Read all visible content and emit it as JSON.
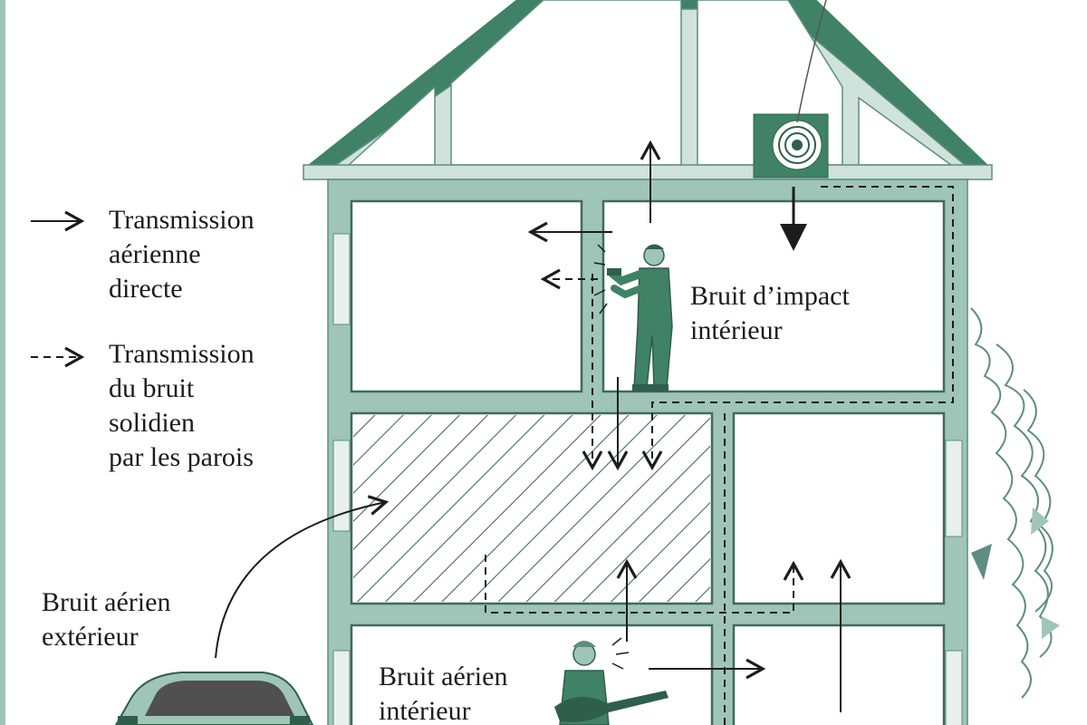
{
  "legend": {
    "direct": {
      "line1": "Transmission",
      "line2": "aérienne",
      "line3": "directe"
    },
    "solid": {
      "line1": "Transmission",
      "line2": "du bruit",
      "line3": "solidien",
      "line4": "par les parois"
    }
  },
  "labels": {
    "impact": {
      "line1": "Bruit d’impact",
      "line2": "intérieur"
    },
    "exterior": {
      "line1": "Bruit aérien",
      "line2": "extérieur"
    },
    "interior": {
      "line1": "Bruit aérien",
      "line2": "intérieur"
    }
  },
  "colors": {
    "wall": "#9ec5b8",
    "wall_dark": "#3e6a5e",
    "roof": "#3f8266",
    "text": "#1c1c1c"
  },
  "icons": {
    "worker": "hammering-worker-icon",
    "guitarist": "guitarist-icon",
    "car": "car-icon",
    "speaker": "ventilation-fan-icon",
    "tree": "tree-icon"
  }
}
